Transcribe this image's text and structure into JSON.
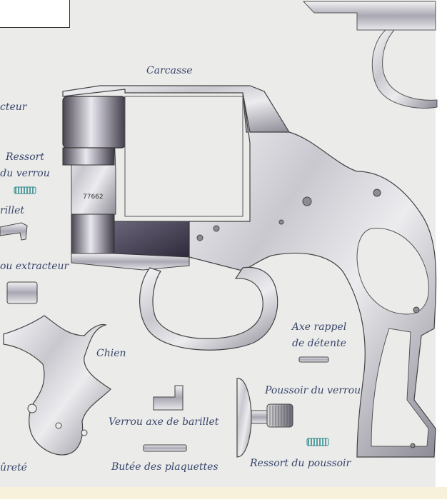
{
  "labels": {
    "carcasse": "Carcasse",
    "extracteur_cut": "cteur",
    "ressort_verrou_1": "Ressort",
    "ressort_verrou_2": "du verrou",
    "barillet_cut": "rillet",
    "axe_extracteur_cut": "ou extracteur",
    "chien": "Chien",
    "axe_rappel_1": "Axe rappel",
    "axe_rappel_2": "de détente",
    "poussoir_verrou": "Poussoir du verrou",
    "verrou_axe": "Verrou axe de barillet",
    "butee": "Butée des plaquettes",
    "ressort_poussoir": "Ressort du poussoir",
    "surete_cut": "ûreté"
  },
  "serial_number": "77662",
  "colors": {
    "background": "#ebebea",
    "label_text": "#38466a",
    "spring": "#2e8b8b",
    "bottom_bar": "#f7f1dc"
  }
}
